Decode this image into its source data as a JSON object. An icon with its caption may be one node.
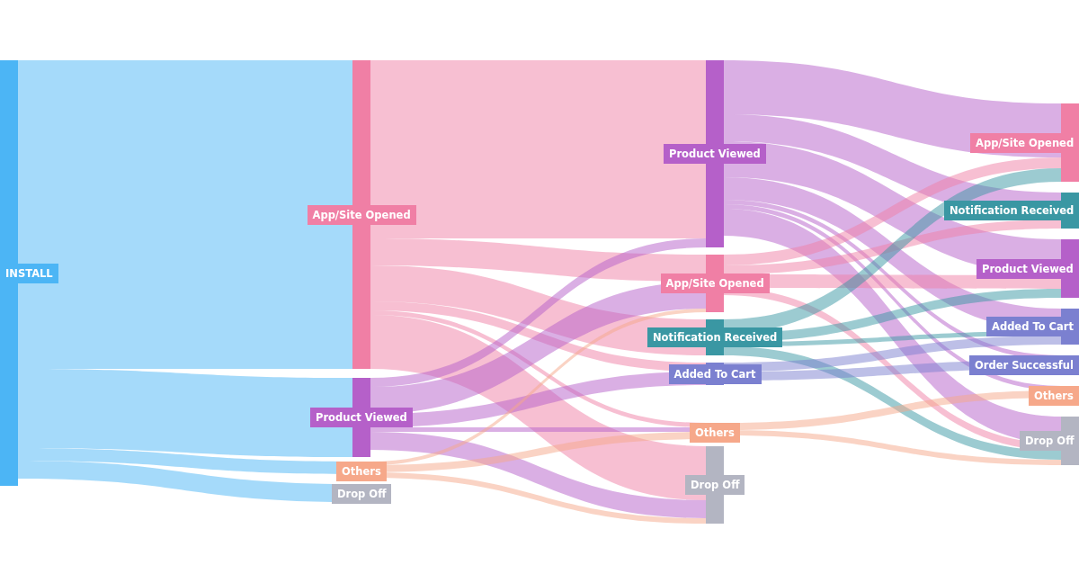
{
  "diagram": {
    "nodes": [
      {
        "text": [
          "INSTALL"
        ]
      },
      {
        "text": [
          "App/Site Opened"
        ]
      },
      {
        "text": [
          "Product Viewed"
        ]
      },
      {
        "text": [
          "Others"
        ]
      },
      {
        "text": [
          "Drop Off"
        ]
      },
      {
        "text": [
          "Product Viewed"
        ]
      },
      {
        "text": [
          "App/Site Opened"
        ]
      },
      {
        "text": [
          "Notification Received"
        ]
      },
      {
        "text": [
          "Added To Cart"
        ]
      },
      {
        "text": [
          "Others"
        ]
      },
      {
        "text": [
          "Drop Off"
        ]
      },
      {
        "text": [
          "App/Site Opened"
        ]
      },
      {
        "text": [
          "Notification Received"
        ]
      },
      {
        "text": [
          "Product Viewed"
        ]
      },
      {
        "text": [
          "Added To Cart"
        ]
      },
      {
        "text": [
          "Order Successful"
        ]
      },
      {
        "text": [
          "Others"
        ]
      },
      {
        "text": [
          "Drop Off"
        ]
      }
    ],
    "edges": [
      {
        "from": 0,
        "to": 1,
        "arrow": "none"
      },
      {
        "from": 0,
        "to": 2,
        "arrow": "none"
      },
      {
        "from": 0,
        "to": 3,
        "arrow": "none"
      },
      {
        "from": 0,
        "to": 4,
        "arrow": "none"
      },
      {
        "from": 1,
        "to": 5,
        "arrow": "none"
      },
      {
        "from": 1,
        "to": 6,
        "arrow": "none"
      },
      {
        "from": 1,
        "to": 7,
        "arrow": "none"
      },
      {
        "from": 1,
        "to": 8,
        "arrow": "none"
      },
      {
        "from": 1,
        "to": 9,
        "arrow": "none"
      },
      {
        "from": 1,
        "to": 10,
        "arrow": "none"
      },
      {
        "from": 2,
        "to": 5,
        "arrow": "none"
      },
      {
        "from": 2,
        "to": 6,
        "arrow": "none"
      },
      {
        "from": 2,
        "to": 8,
        "arrow": "none"
      },
      {
        "from": 2,
        "to": 9,
        "arrow": "none"
      },
      {
        "from": 2,
        "to": 10,
        "arrow": "none"
      },
      {
        "from": 3,
        "to": 6,
        "arrow": "none"
      },
      {
        "from": 3,
        "to": 9,
        "arrow": "none"
      },
      {
        "from": 3,
        "to": 10,
        "arrow": "none"
      },
      {
        "from": 5,
        "to": 11,
        "arrow": "none"
      },
      {
        "from": 5,
        "to": 12,
        "arrow": "none"
      },
      {
        "from": 5,
        "to": 13,
        "arrow": "none"
      },
      {
        "from": 5,
        "to": 14,
        "arrow": "none"
      },
      {
        "from": 5,
        "to": 15,
        "arrow": "none"
      },
      {
        "from": 5,
        "to": 16,
        "arrow": "none"
      },
      {
        "from": 5,
        "to": 17,
        "arrow": "none"
      },
      {
        "from": 6,
        "to": 11,
        "arrow": "none"
      },
      {
        "from": 6,
        "to": 12,
        "arrow": "none"
      },
      {
        "from": 6,
        "to": 13,
        "arrow": "none"
      },
      {
        "from": 6,
        "to": 17,
        "arrow": "none"
      },
      {
        "from": 7,
        "to": 11,
        "arrow": "none"
      },
      {
        "from": 7,
        "to": 13,
        "arrow": "none"
      },
      {
        "from": 7,
        "to": 14,
        "arrow": "none"
      },
      {
        "from": 7,
        "to": 17,
        "arrow": "none"
      },
      {
        "from": 8,
        "to": 14,
        "arrow": "none"
      },
      {
        "from": 8,
        "to": 15,
        "arrow": "none"
      },
      {
        "from": 9,
        "to": 16,
        "arrow": "none"
      },
      {
        "from": 9,
        "to": 17,
        "arrow": "none"
      }
    ]
  }
}
